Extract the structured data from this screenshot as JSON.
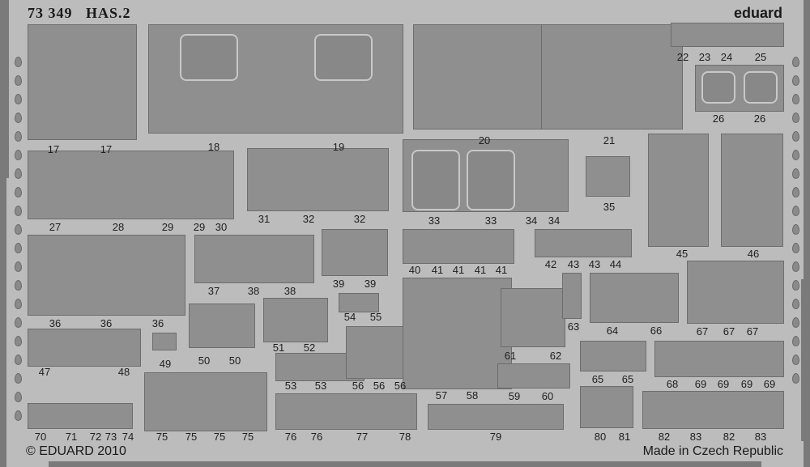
{
  "header": {
    "set_code": "73 349",
    "model": "HAS.2",
    "brand": "eduard"
  },
  "footer": {
    "copyright": "© EDUARD 2010",
    "origin": "Made in Czech Republic"
  },
  "part_labels": [
    "17",
    "17",
    "18",
    "19",
    "20",
    "21",
    "22",
    "23",
    "24",
    "25",
    "26",
    "26",
    "27",
    "28",
    "29",
    "29",
    "30",
    "31",
    "32",
    "32",
    "33",
    "33",
    "34",
    "34",
    "35",
    "45",
    "46",
    "36",
    "36",
    "36",
    "37",
    "38",
    "38",
    "39",
    "39",
    "40",
    "41",
    "41",
    "41",
    "41",
    "42",
    "43",
    "43",
    "44",
    "47",
    "48",
    "49",
    "50",
    "50",
    "51",
    "52",
    "53",
    "53",
    "54",
    "55",
    "56",
    "56",
    "56",
    "57",
    "58",
    "59",
    "60",
    "61",
    "62",
    "63",
    "64",
    "66",
    "65",
    "65",
    "67",
    "67",
    "67",
    "68",
    "69",
    "69",
    "69",
    "69",
    "70",
    "71",
    "72",
    "73",
    "74",
    "75",
    "75",
    "75",
    "75",
    "76",
    "76",
    "77",
    "78",
    "79",
    "80",
    "81",
    "82",
    "83",
    "82",
    "83"
  ],
  "colors": {
    "fret": "#bcbcbc",
    "part": "#8f8f8f",
    "text": "#1e1e1e"
  }
}
